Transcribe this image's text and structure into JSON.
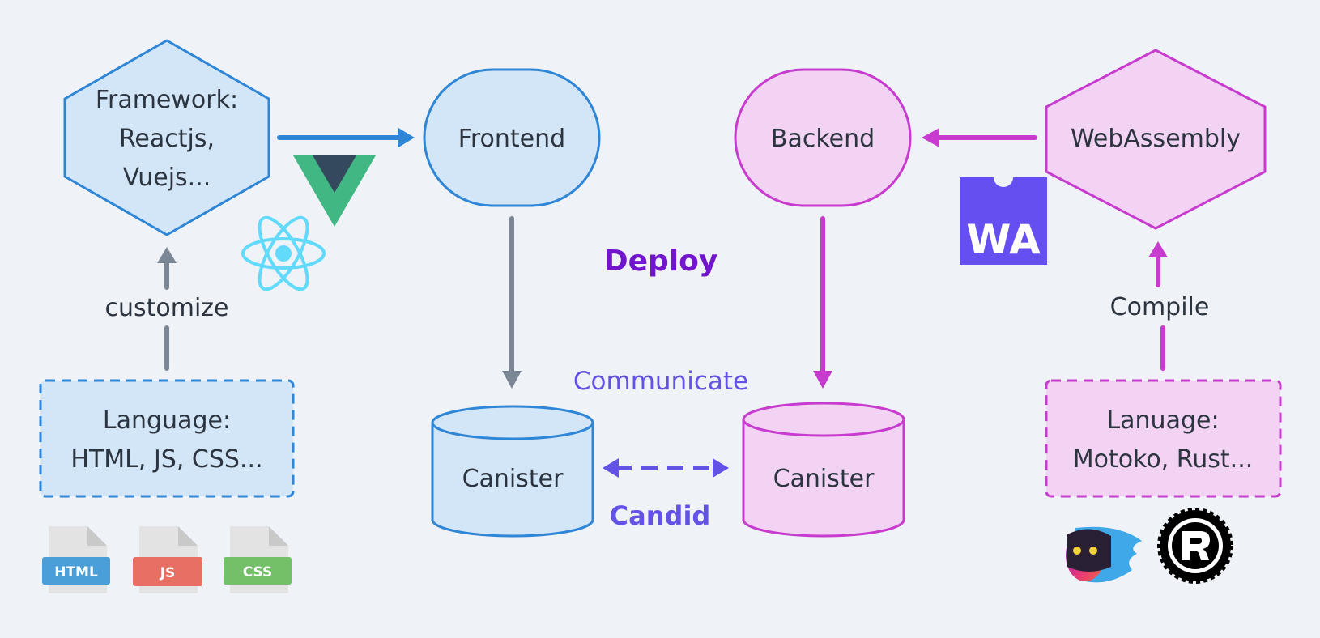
{
  "framework": {
    "lines": [
      "Framework:",
      "Reactjs,",
      "Vuejs..."
    ]
  },
  "frontend": {
    "label": "Frontend"
  },
  "backend": {
    "label": "Backend"
  },
  "webassembly": {
    "label": "WebAssembly"
  },
  "customize": {
    "label": "customize"
  },
  "compile": {
    "label": "Compile"
  },
  "deploy": {
    "label": "Deploy"
  },
  "communicate": {
    "label": "Communicate"
  },
  "candid": {
    "label": "Candid"
  },
  "canister_left": {
    "label": "Canister"
  },
  "canister_right": {
    "label": "Canister"
  },
  "language_left": {
    "lines": [
      "Language:",
      "HTML, JS, CSS..."
    ]
  },
  "language_right": {
    "lines": [
      "Lanuage:",
      "Motoko, Rust..."
    ]
  },
  "file_icons": [
    {
      "label": "HTML",
      "color": "#4a9fd9"
    },
    {
      "label": "JS",
      "color": "#e76f63"
    },
    {
      "label": "CSS",
      "color": "#74c069"
    }
  ],
  "wasm_logo": {
    "label": "WA",
    "color": "#654ff0"
  },
  "colors": {
    "blue_stroke": "#2f86d6",
    "blue_fill": "#d3e6f7",
    "pink_stroke": "#c73ccf",
    "pink_fill": "#f2d3f3",
    "gray_arrow": "#7b8794",
    "purple_text": "#7116cc",
    "violet": "#6352e6",
    "text": "#2c3440"
  }
}
